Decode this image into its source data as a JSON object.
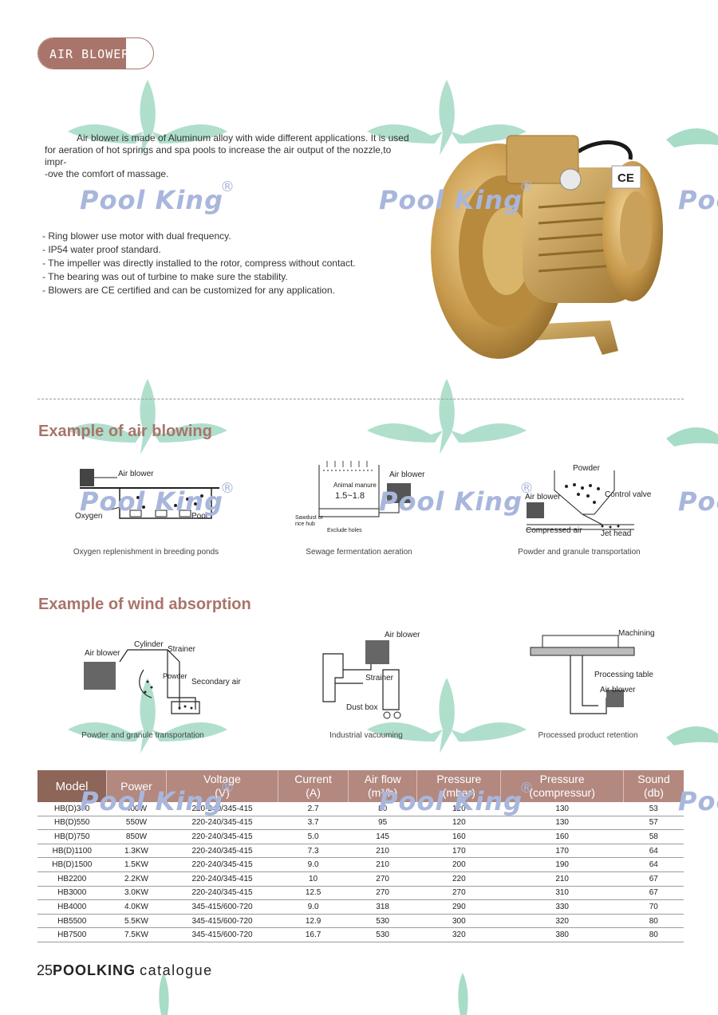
{
  "header": {
    "tag": "AIR BLOWER"
  },
  "watermark": {
    "brand": "Pool King",
    "reg": "®"
  },
  "intro": {
    "line1": "Air blower is made of Aluminum alloy with wide different applications. It is used",
    "line2": "for aeration of hot springs and spa pools to increase the air output of the nozzle,to impr-",
    "line3": "-ove the comfort of massage."
  },
  "features": [
    "- Ring blower use motor with dual frequency.",
    "- IP54 water proof standard.",
    "- The impeller was directly installed to the rotor, compress without contact.",
    "- The bearing was out of turbine to make sure the stability.",
    "- Blowers are CE certified and can be customized for any application."
  ],
  "product_image": {
    "badge": "CE"
  },
  "air_blowing": {
    "title": "Example of air blowing",
    "d1": {
      "caption": "Oxygen replenishment in breeding ponds",
      "air_blower": "Air blower",
      "oxygen": "Oxygen",
      "pool": "Pool"
    },
    "d2": {
      "caption": "Sewage fermentation aeration",
      "animal_manure": "Animal manure",
      "ratio": "1.5~1.8",
      "air_blower": "Air blower",
      "sawdust1": "Sawdust or",
      "sawdust2": "rice hub",
      "exclude": "Exclude holes"
    },
    "d3": {
      "caption": "Powder and granule transportation",
      "powder": "Powder",
      "air_blower": "Air blower",
      "control_valve": "Control valve",
      "compressed_air": "Compressed air",
      "jet_head": "Jet head"
    }
  },
  "wind_absorption": {
    "title": "Example of wind absorption",
    "d1": {
      "caption": "Powder and granule transportation",
      "cylinder": "Cylinder",
      "strainer": "Strainer",
      "air_blower": "Air blower",
      "powder": "Powder",
      "secondary_air": "Secondary air"
    },
    "d2": {
      "caption": "Industrial vacuuming",
      "air_blower": "Air blower",
      "strainer": "Strainer",
      "dust_box": "Dust box"
    },
    "d3": {
      "caption": "Processed product retention",
      "machining": "Machining",
      "processing_table": "Processing table",
      "air_blower": "Air blower"
    }
  },
  "spec_table": {
    "headers": [
      {
        "l1": "Model",
        "l2": ""
      },
      {
        "l1": "Power",
        "l2": ""
      },
      {
        "l1": "Voltage",
        "l2": "(V)"
      },
      {
        "l1": "Current",
        "l2": "(A)"
      },
      {
        "l1": "Air flow",
        "l2": "(m³/h)"
      },
      {
        "l1": "Pressure",
        "l2": "(mbar)"
      },
      {
        "l1": "Pressure",
        "l2": "(compressur)"
      },
      {
        "l1": "Sound",
        "l2": "(db)"
      }
    ],
    "rows": [
      [
        "HB(D)370",
        "400W",
        "220-240/345-415",
        "2.7",
        "80",
        "120",
        "130",
        "53"
      ],
      [
        "HB(D)550",
        "550W",
        "220-240/345-415",
        "3.7",
        "95",
        "120",
        "130",
        "57"
      ],
      [
        "HB(D)750",
        "850W",
        "220-240/345-415",
        "5.0",
        "145",
        "160",
        "160",
        "58"
      ],
      [
        "HB(D)1100",
        "1.3KW",
        "220-240/345-415",
        "7.3",
        "210",
        "170",
        "170",
        "64"
      ],
      [
        "HB(D)1500",
        "1.5KW",
        "220-240/345-415",
        "9.0",
        "210",
        "200",
        "190",
        "64"
      ],
      [
        "HB2200",
        "2.2KW",
        "220-240/345-415",
        "10",
        "270",
        "220",
        "210",
        "67"
      ],
      [
        "HB3000",
        "3.0KW",
        "220-240/345-415",
        "12.5",
        "270",
        "270",
        "310",
        "67"
      ],
      [
        "HB4000",
        "4.0KW",
        "345-415/600-720",
        "9.0",
        "318",
        "290",
        "330",
        "70"
      ],
      [
        "HB5500",
        "5.5KW",
        "345-415/600-720",
        "12.9",
        "530",
        "300",
        "320",
        "80"
      ],
      [
        "HB7500",
        "7.5KW",
        "345-415/600-720",
        "16.7",
        "530",
        "320",
        "380",
        "80"
      ]
    ]
  },
  "footer": {
    "page": "25",
    "brand": "POOLKING",
    "catalogue": "catalogue"
  }
}
